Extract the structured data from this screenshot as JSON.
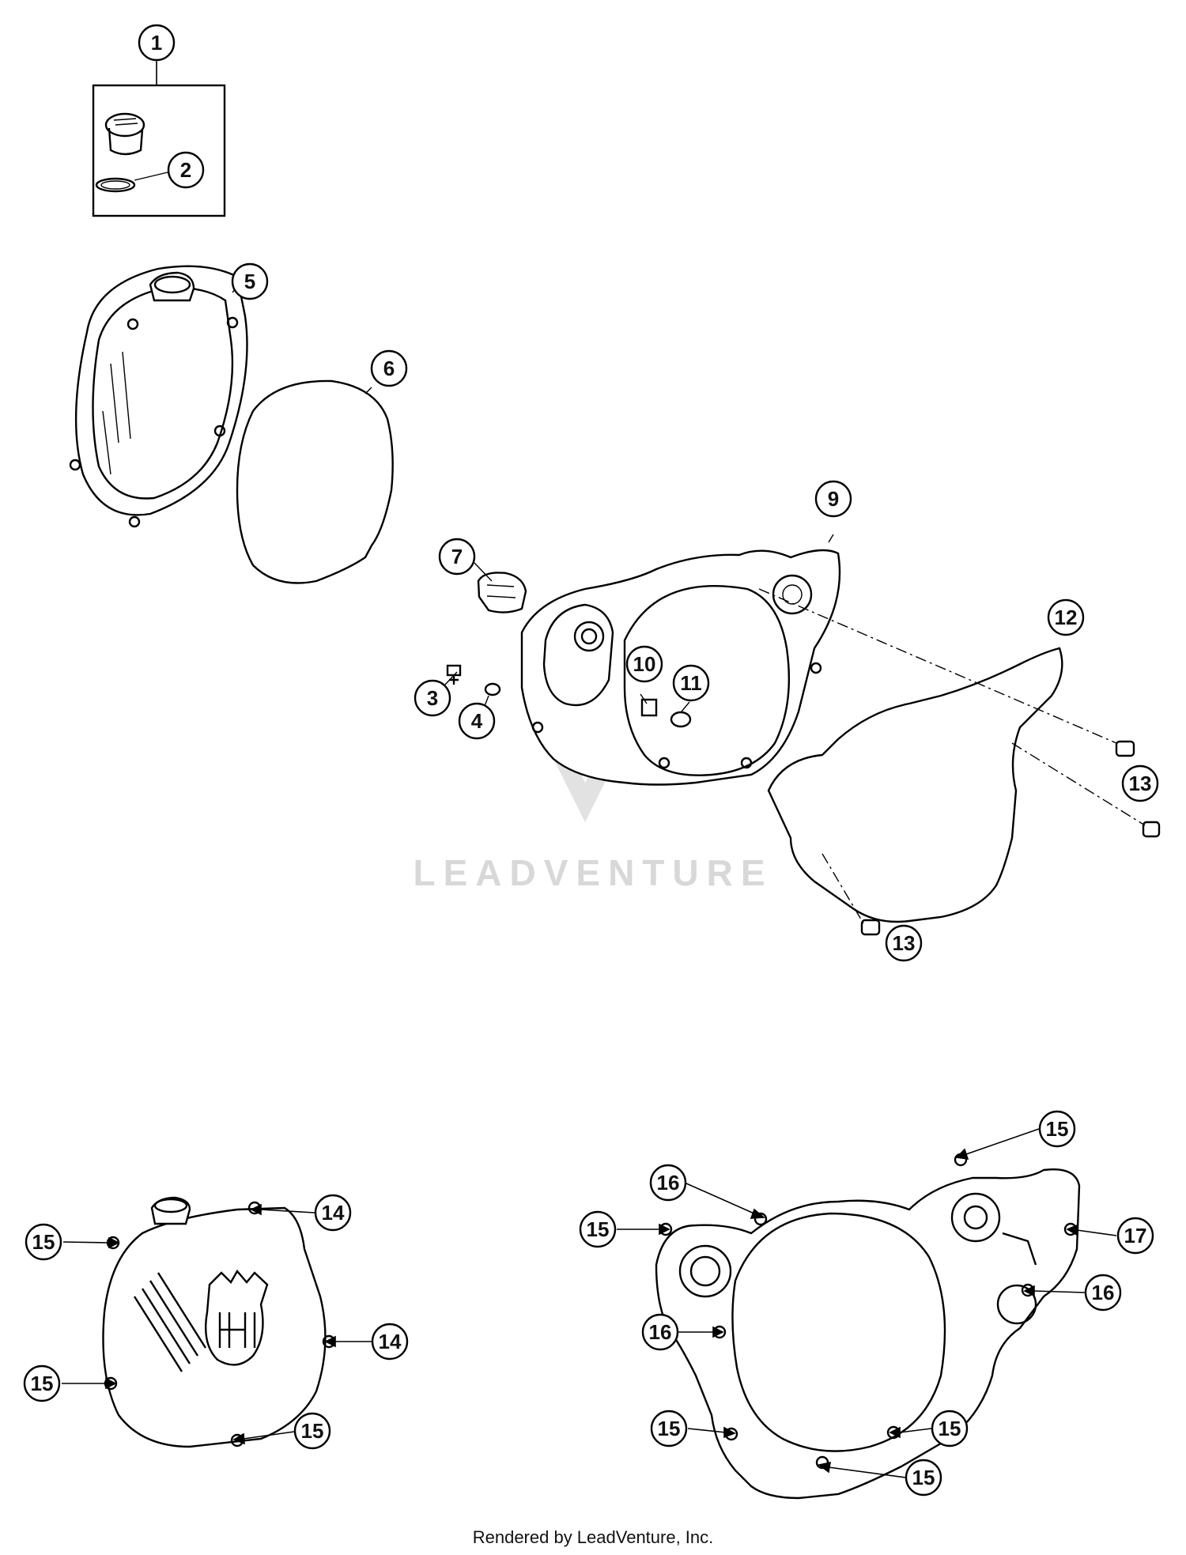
{
  "callouts": {
    "c1": "1",
    "c2": "2",
    "c3": "3",
    "c4": "4",
    "c5": "5",
    "c6": "6",
    "c7": "7",
    "c9": "9",
    "c10": "10",
    "c11": "11",
    "c12": "12",
    "c13a": "13",
    "c13b": "13",
    "c14a": "14",
    "c14b": "14",
    "c15a": "15",
    "c15b": "15",
    "c15c": "15",
    "c15d": "15",
    "c15e": "15",
    "c15f": "15",
    "c15g": "15",
    "c15h": "15",
    "c16a": "16",
    "c16b": "16",
    "c16c": "16",
    "c17": "17"
  },
  "watermark": "LEADVENTURE",
  "footer": "Rendered by LeadVenture, Inc.",
  "colors": {
    "line": "#000000",
    "watermark": "#d8d8d8",
    "background": "#ffffff"
  }
}
